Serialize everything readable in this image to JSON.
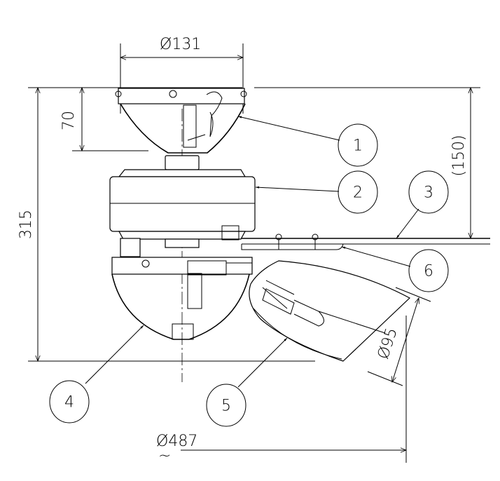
{
  "drawing": {
    "dimensions": {
      "canopy_diameter": "Ø131",
      "canopy_height": "70",
      "overall_height": "315",
      "ceiling_to_blade": "(150)",
      "shade_diameter": "Ø95",
      "overall_diameter": "Ø487",
      "approx_symbol": "~"
    },
    "callouts": [
      "1",
      "2",
      "3",
      "4",
      "5",
      "6"
    ]
  }
}
